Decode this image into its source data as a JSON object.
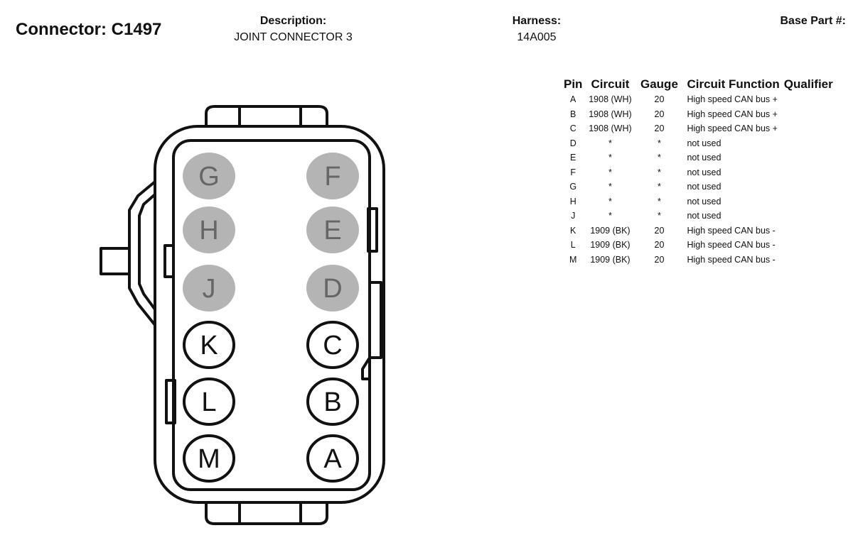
{
  "header": {
    "connector_title": "Connector: C1497",
    "description_label": "Description:",
    "description_value": "JOINT CONNECTOR 3",
    "harness_label": "Harness:",
    "harness_value": "14A005",
    "base_part_label": "Base Part #:"
  },
  "table": {
    "columns": [
      "Pin",
      "Circuit",
      "Gauge",
      "Circuit Function",
      "Qualifier"
    ],
    "rows": [
      {
        "pin": "A",
        "circuit": "1908 (WH)",
        "gauge": "20",
        "function": "High speed CAN bus +"
      },
      {
        "pin": "B",
        "circuit": "1908 (WH)",
        "gauge": "20",
        "function": "High speed CAN bus +"
      },
      {
        "pin": "C",
        "circuit": "1908 (WH)",
        "gauge": "20",
        "function": "High speed CAN bus +"
      },
      {
        "pin": "D",
        "circuit": "*",
        "gauge": "*",
        "function": "not used"
      },
      {
        "pin": "E",
        "circuit": "*",
        "gauge": "*",
        "function": "not used"
      },
      {
        "pin": "F",
        "circuit": "*",
        "gauge": "*",
        "function": "not used"
      },
      {
        "pin": "G",
        "circuit": "*",
        "gauge": "*",
        "function": "not used"
      },
      {
        "pin": "H",
        "circuit": "*",
        "gauge": "*",
        "function": "not used"
      },
      {
        "pin": "J",
        "circuit": "*",
        "gauge": "*",
        "function": "not used"
      },
      {
        "pin": "K",
        "circuit": "1909 (BK)",
        "gauge": "20",
        "function": "High speed CAN bus -"
      },
      {
        "pin": "L",
        "circuit": "1909 (BK)",
        "gauge": "20",
        "function": "High speed CAN bus -"
      },
      {
        "pin": "M",
        "circuit": "1909 (BK)",
        "gauge": "20",
        "function": "High speed CAN bus -"
      }
    ]
  },
  "connector": {
    "pins": [
      {
        "label": "G",
        "state": "unused"
      },
      {
        "label": "F",
        "state": "unused"
      },
      {
        "label": "H",
        "state": "unused"
      },
      {
        "label": "E",
        "state": "unused"
      },
      {
        "label": "J",
        "state": "unused"
      },
      {
        "label": "D",
        "state": "unused"
      },
      {
        "label": "K",
        "state": "used"
      },
      {
        "label": "C",
        "state": "used"
      },
      {
        "label": "L",
        "state": "used"
      },
      {
        "label": "B",
        "state": "used"
      },
      {
        "label": "M",
        "state": "used"
      },
      {
        "label": "A",
        "state": "used"
      }
    ],
    "colors": {
      "unused_fill": "#b4b4b4",
      "used_fill": "#ffffff",
      "outline": "#111111",
      "label_text": "#111111",
      "unused_label_text": "#666666"
    }
  }
}
